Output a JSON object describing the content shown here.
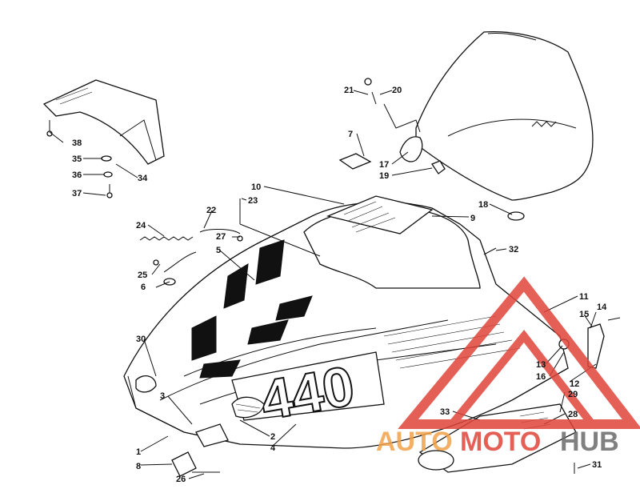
{
  "diagram": {
    "callouts": [
      "1",
      "2",
      "3",
      "4",
      "5",
      "6",
      "7",
      "8",
      "9",
      "10",
      "11",
      "12",
      "13",
      "14",
      "15",
      "16",
      "17",
      "18",
      "19",
      "20",
      "21",
      "22",
      "23",
      "24",
      "25",
      "26",
      "27",
      "28",
      "29",
      "30",
      "31",
      "32",
      "33",
      "34",
      "35",
      "36",
      "37",
      "38"
    ],
    "hood_decal": "440",
    "colors": {
      "line": "#111111",
      "watermark_red": "#e0453a",
      "watermark_orange": "#f2a24a",
      "watermark_gray": "#6b6b6b"
    }
  },
  "watermark": {
    "part1": "AUTO",
    "part2": "MOTO",
    "part3": "HUB"
  }
}
